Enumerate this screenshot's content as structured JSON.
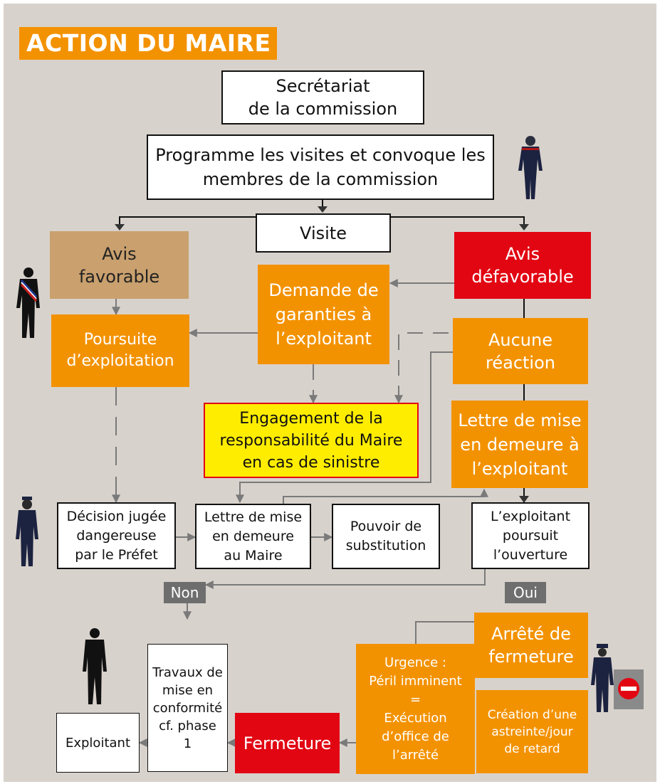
{
  "title": "ACTION DU MAIRE",
  "boxes": {
    "secretariat": "Secrétariat\nde la commission",
    "programme": "Programme les visites et convoque les\nmembres de la commission",
    "visite": "Visite",
    "avis_favorable": "Avis\nfavorable",
    "demande_garanties": "Demande de\ngaranties à\nl’exploitant",
    "avis_defavorable": "Avis\ndéfavorable",
    "poursuite": "Poursuite\nd’exploitation",
    "aucune_reaction": "Aucune\nréaction",
    "engagement": "Engagement de la\nresponsabilité du Maire\nen cas de sinistre",
    "lettre_exploitant": "Lettre de mise\nen demeure à\nl’exploitant",
    "decision_prefet": "Décision jugée\ndangereuse\npar le Préfet",
    "lettre_maire": "Lettre de mise\nen demeure\nau Maire",
    "pouvoir_substitution": "Pouvoir de\nsubstitution",
    "exploitant_poursuit": "L’exploitant\npoursuit\nl’ouverture",
    "non": "Non",
    "oui": "Oui",
    "arrete_fermeture": "Arrêté de\nfermeture",
    "urgence": "Urgence :\nPéril imminent\n=\nExécution\nd’office de\nl’arrêté",
    "travaux": "Travaux de\nmise en\nconformité\ncf. phase\n1",
    "astreinte": "Création d’une\nastreinte/jour\nde retard",
    "fermeture": "Fermeture",
    "exploitant": "Exploitant"
  },
  "colors": {
    "background": "#d8d2cc",
    "orange": "#f39200",
    "red": "#e20613",
    "tan": "#c9a06e",
    "yellow": "#ffed00",
    "gray_label": "#6e6e6e",
    "navy_figure": "#1c2340"
  },
  "icons": [
    "sapeur-pompier-figure",
    "mayor-figure",
    "prefect-figure",
    "gendarme-figure",
    "exploitant-figure",
    "no-entry-icon"
  ]
}
